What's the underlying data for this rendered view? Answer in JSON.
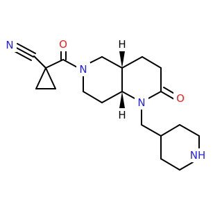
{
  "molecule": {
    "atoms": {
      "nitrile_n": "N",
      "nitrile_c": "C",
      "carbonyl_o": "O",
      "amide_n_6": "N",
      "lactam_o": "O",
      "lactam_n_1": "N",
      "piperidine_nh": "NH",
      "stereo_h_top": "H",
      "stereo_h_bottom": "H"
    },
    "colors": {
      "carbon": "#000000",
      "nitrogen": "#1f1ff0",
      "oxygen": "#ef2020"
    }
  }
}
